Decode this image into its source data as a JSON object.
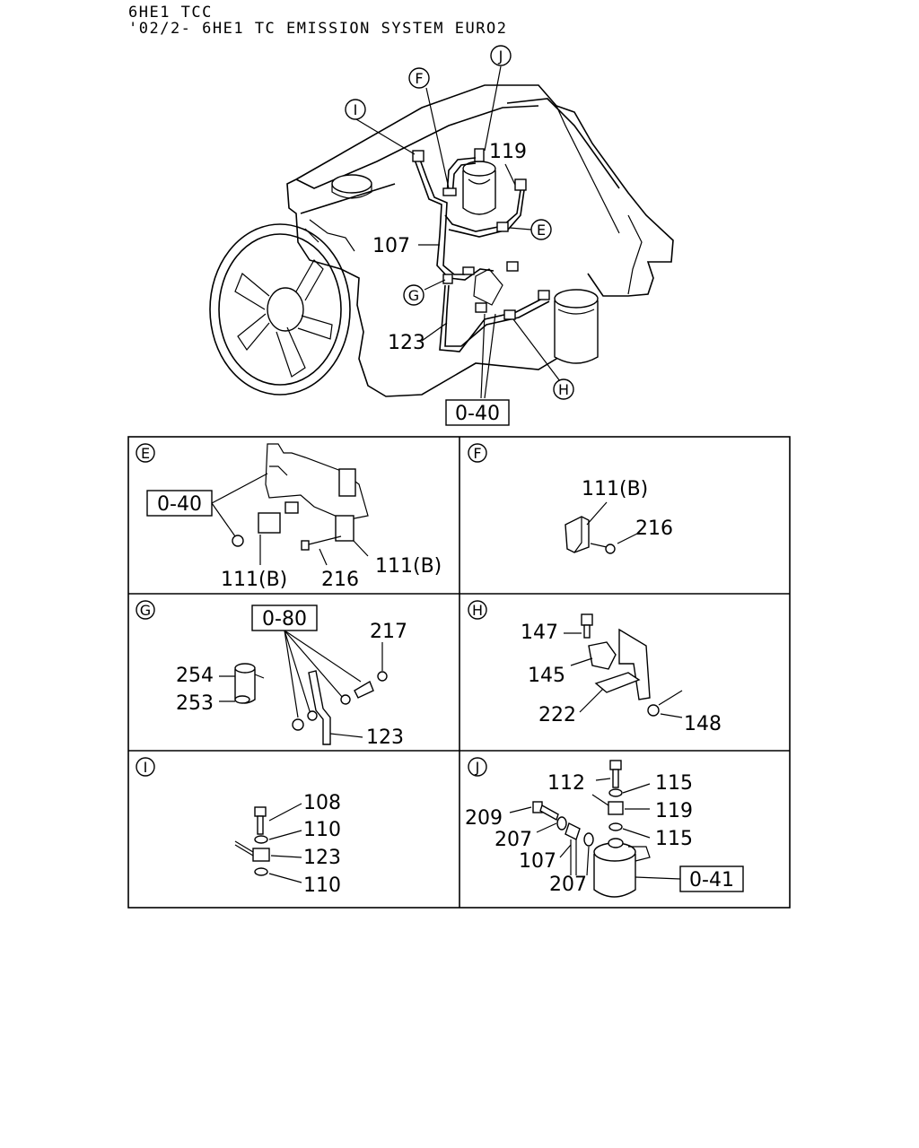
{
  "header": {
    "line1": "6HE1 TCC",
    "line2": "'02/2- 6HE1 TC EMISSION SYSTEM EURO2"
  },
  "overview": {
    "callouts": [
      "I",
      "F",
      "J",
      "E",
      "G",
      "H"
    ],
    "labels": {
      "p119": "119",
      "p107": "107",
      "p123": "123"
    },
    "ref_box": "0-40"
  },
  "panels": {
    "E": {
      "letter": "E",
      "ref_box": "0-40",
      "labels": [
        "111(B)",
        "216",
        "111(B)"
      ]
    },
    "F": {
      "letter": "F",
      "labels": [
        "111(B)",
        "216"
      ]
    },
    "G": {
      "letter": "G",
      "ref_box": "0-80",
      "labels": [
        "217",
        "254",
        "253",
        "123"
      ]
    },
    "H": {
      "letter": "H",
      "labels": [
        "147",
        "145",
        "222",
        "148"
      ]
    },
    "I": {
      "letter": "I",
      "labels": [
        "108",
        "110",
        "123",
        "110"
      ]
    },
    "J": {
      "letter": "J",
      "ref_box": "0-41",
      "labels": [
        "112",
        "115",
        "209",
        "119",
        "207",
        "115",
        "107",
        "207"
      ]
    }
  }
}
